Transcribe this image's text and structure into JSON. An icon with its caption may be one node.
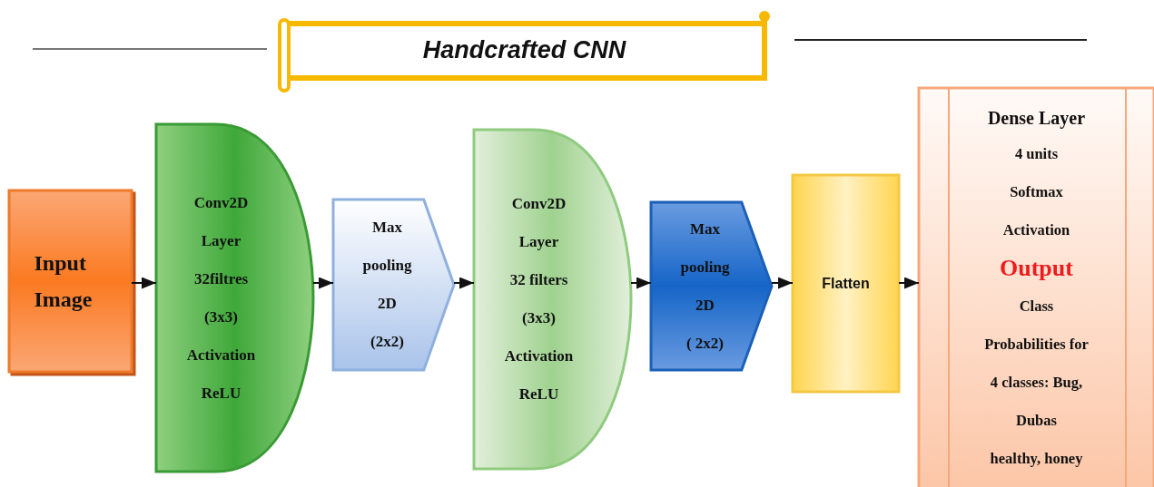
{
  "diagram": {
    "nodes": [
      {
        "text": [
          "Handcrafted CNN"
        ]
      },
      {
        "text": [
          "Input Image"
        ]
      },
      {
        "text": [
          "Conv2D",
          "Layer",
          "32filtres",
          "(3x3)",
          "Activation",
          "ReLU"
        ]
      },
      {
        "text": [
          "Max",
          "pooling",
          "2D",
          "(2x2)"
        ]
      },
      {
        "text": [
          "Conv2D",
          "Layer",
          "32 filters",
          "(3x3)",
          "Activation",
          "ReLU"
        ]
      },
      {
        "text": [
          "Max",
          "pooling",
          "2D",
          "( 2x2)"
        ]
      },
      {
        "text": [
          "Flatten"
        ]
      },
      {
        "text": [
          "Dense Layer",
          "4 units",
          "Softmax",
          "Activation",
          "Output",
          "Class",
          "Probabilities for",
          "4 classes: Bug,",
          "Dubas",
          "healthy, honey"
        ]
      }
    ],
    "edges": [
      {
        "from": 1,
        "to": 2,
        "arrow": "to"
      },
      {
        "from": 2,
        "to": 3,
        "arrow": "to"
      },
      {
        "from": 3,
        "to": 4,
        "arrow": "to"
      },
      {
        "from": 4,
        "to": 5,
        "arrow": "to"
      },
      {
        "from": 5,
        "to": 6,
        "arrow": "to"
      },
      {
        "from": 6,
        "to": 7,
        "arrow": "to"
      }
    ]
  }
}
